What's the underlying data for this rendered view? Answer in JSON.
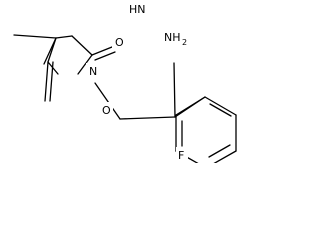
{
  "molecule": {
    "atoms": {
      "nh": "HN",
      "n": "N",
      "o_top": "O",
      "o_bottom": "O",
      "nh2": "NH",
      "nh2_subscript": "2",
      "f": "F"
    }
  }
}
